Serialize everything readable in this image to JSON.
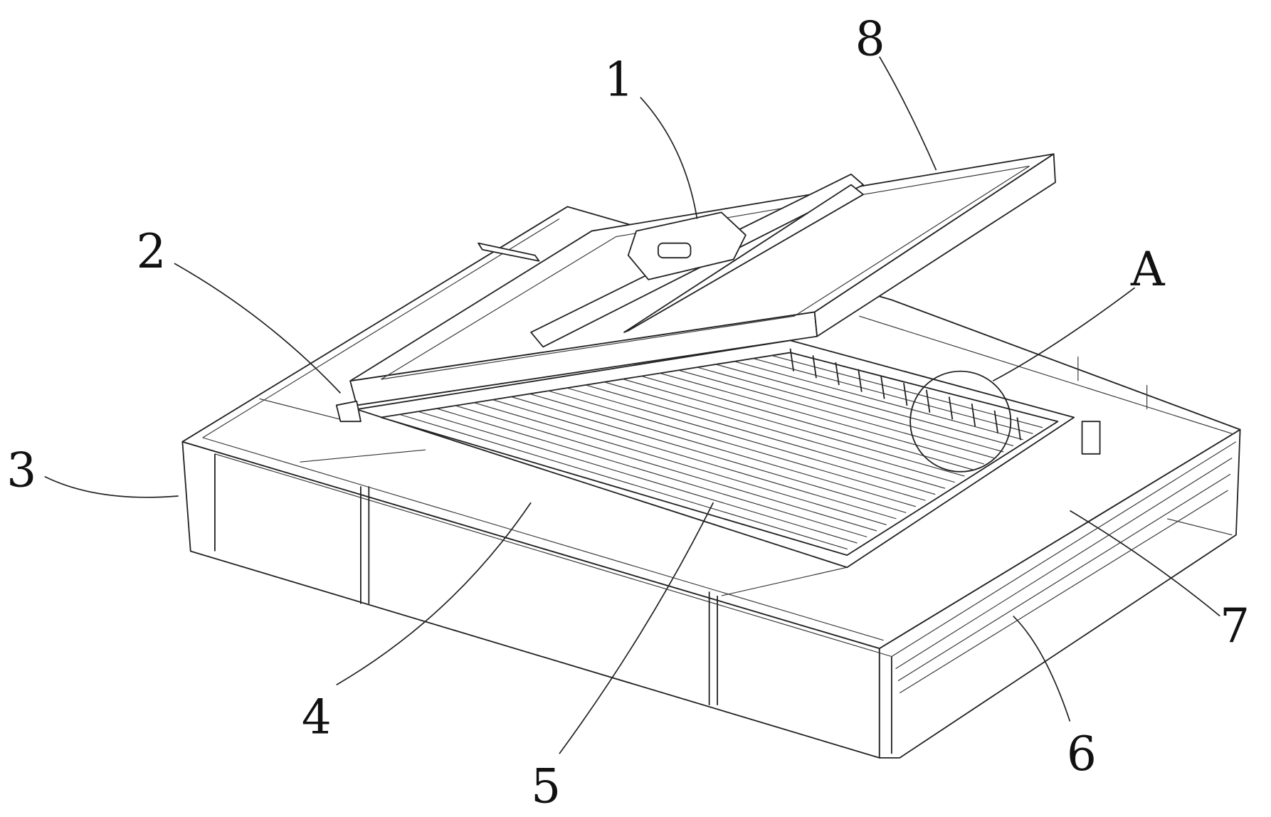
{
  "figure": {
    "labels": [
      {
        "id": "label-1",
        "text": "1"
      },
      {
        "id": "label-2",
        "text": "2"
      },
      {
        "id": "label-3",
        "text": "3"
      },
      {
        "id": "label-4",
        "text": "4"
      },
      {
        "id": "label-5",
        "text": "5"
      },
      {
        "id": "label-6",
        "text": "6"
      },
      {
        "id": "label-7",
        "text": "7"
      },
      {
        "id": "label-8",
        "text": "8"
      },
      {
        "id": "label-A",
        "text": "A"
      }
    ]
  }
}
